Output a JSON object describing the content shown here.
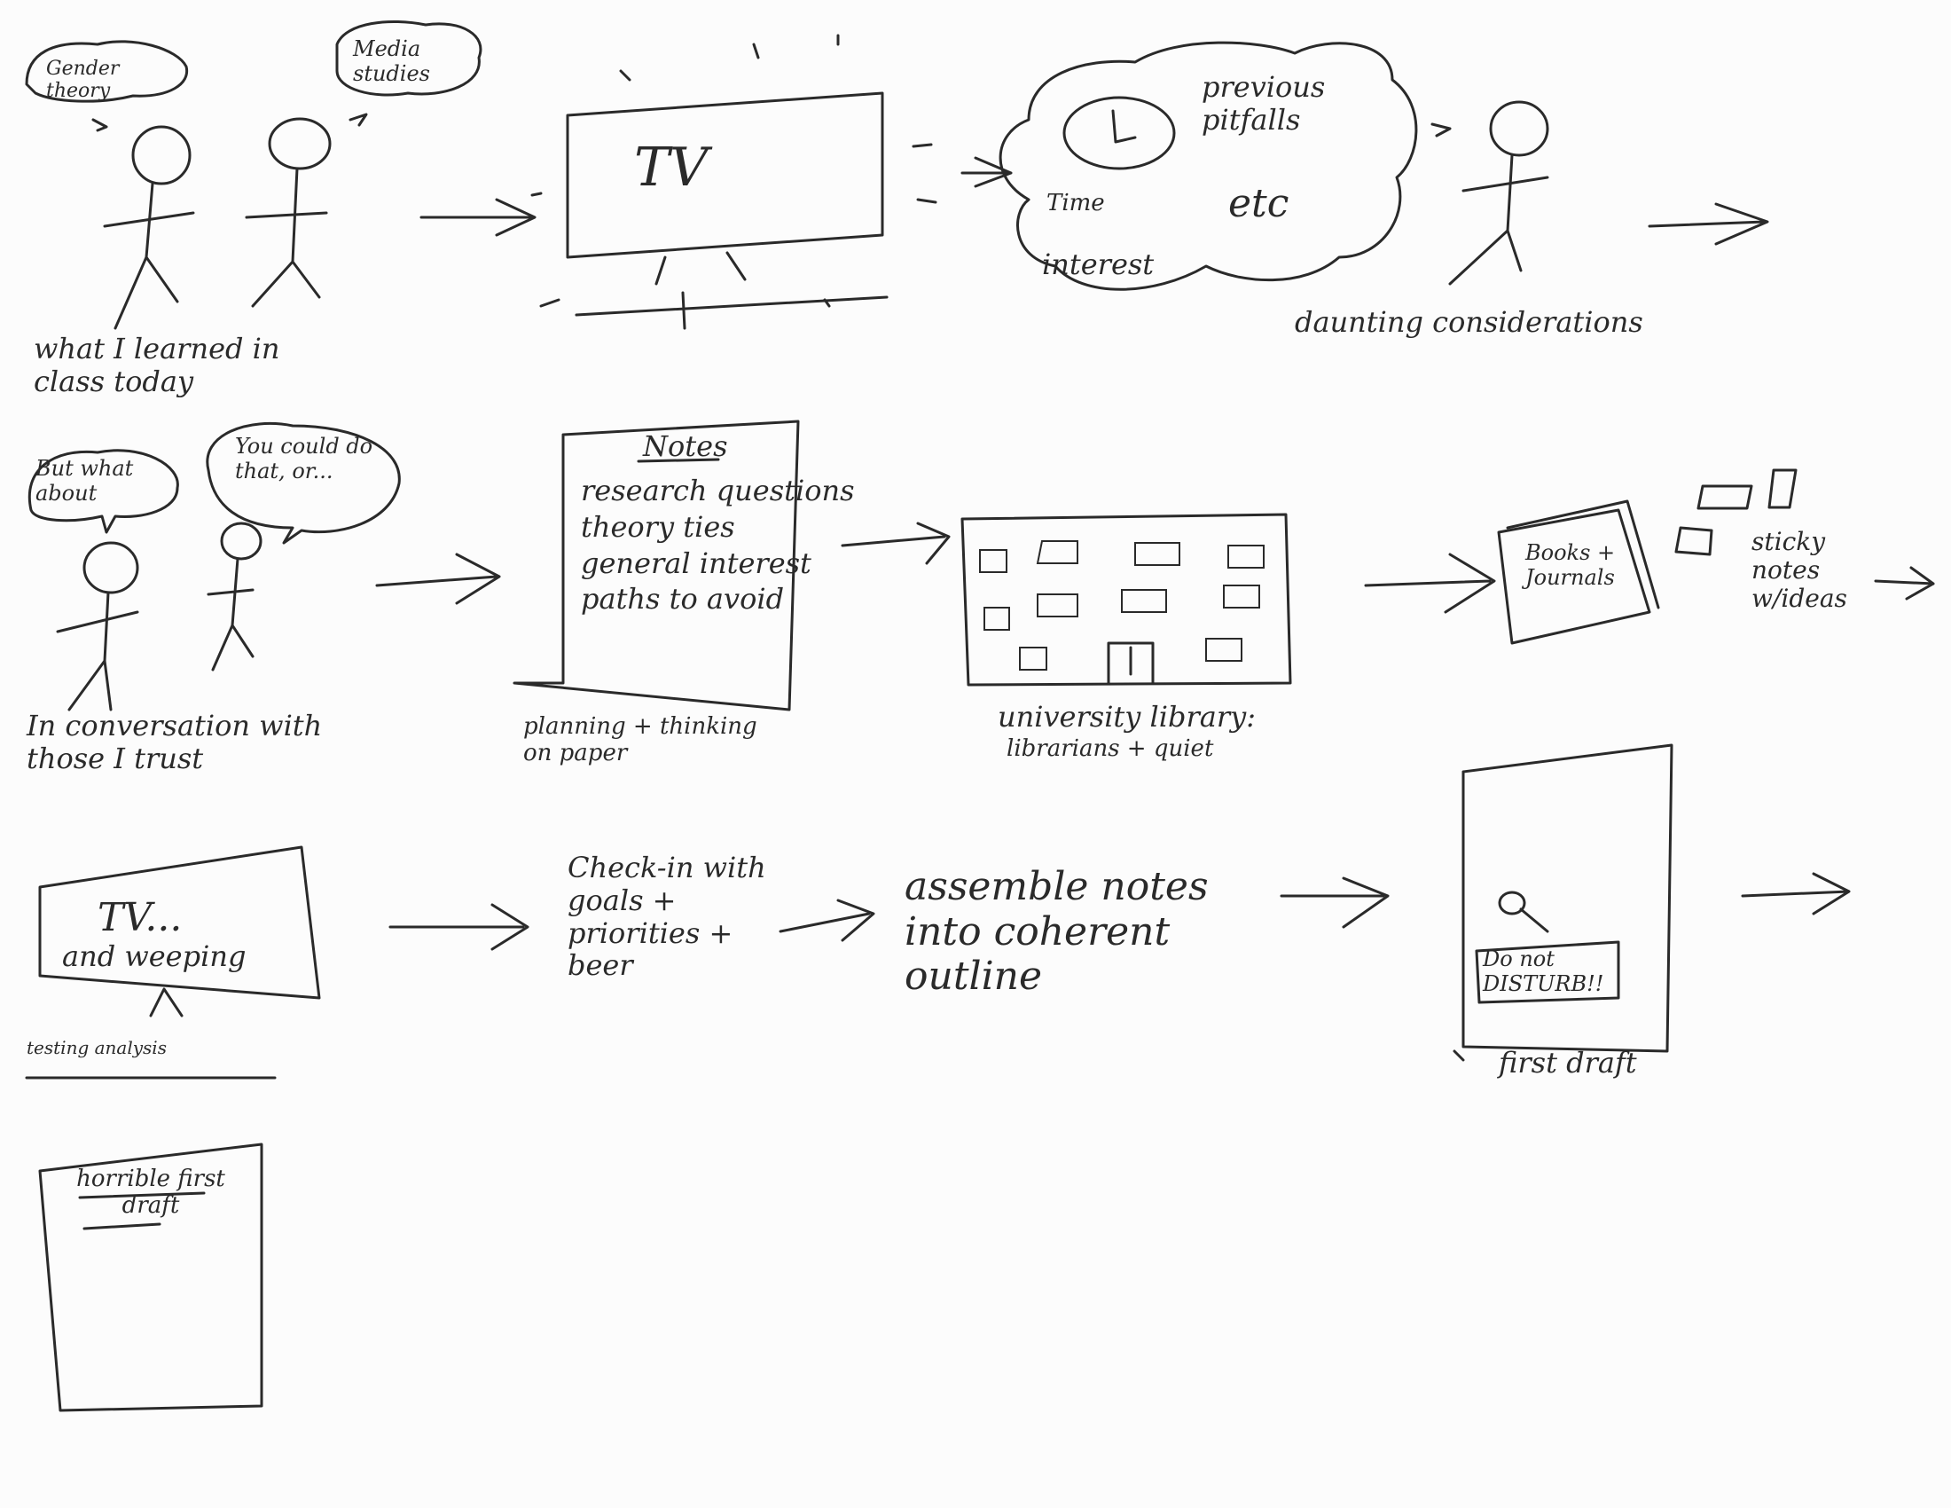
{
  "row1": {
    "bubble_left": "Gender theory",
    "bubble_right": "Media studies",
    "caption": "what I learned in class today",
    "tv": "TV",
    "cloud": {
      "time": "Time",
      "previous": "previous pitfalls",
      "etc": "etc",
      "interest": "interest"
    },
    "daunting": "daunting considerations"
  },
  "row2": {
    "bubble_left": "But what about",
    "bubble_right": "You could do that, or...",
    "caption": "In conversation with those I trust",
    "notes_title": "Notes",
    "notes_items": [
      "research questions",
      "theory ties",
      "general interest",
      "paths to avoid"
    ],
    "notes_caption": "planning + thinking on paper",
    "library_caption": "university library:",
    "library_sub": "librarians + quiet",
    "books": "Books + Journals",
    "sticky": "sticky notes w/ideas"
  },
  "row3": {
    "tv": "TV...",
    "tv_sub": "and weeping",
    "tv_caption": "testing analysis",
    "checkin": "Check-in with goals + priorities + beer",
    "assemble": "assemble notes into coherent outline",
    "sign": "Do not DISTURB!!",
    "first_draft": "first draft"
  },
  "row4": {
    "doc_title": "horrible first draft"
  }
}
